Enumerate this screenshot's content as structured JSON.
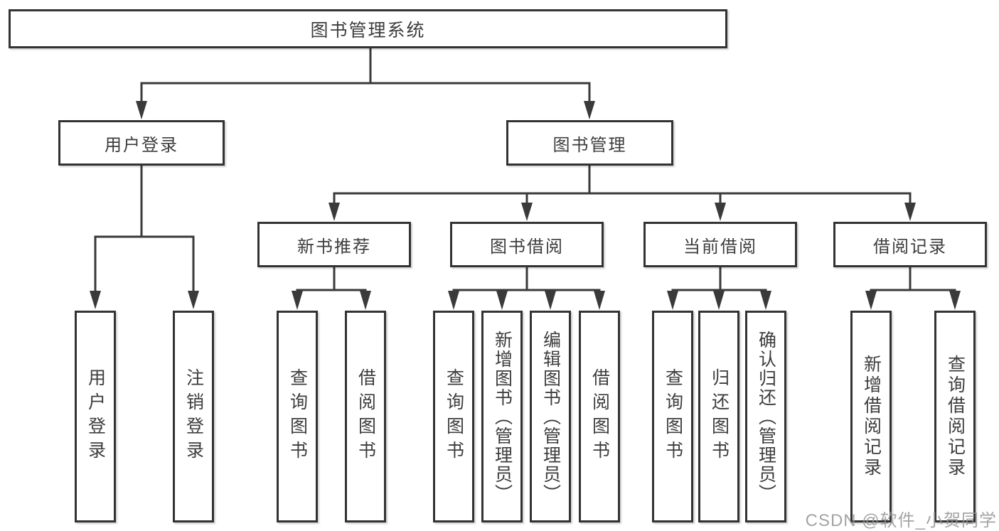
{
  "colors": {
    "line": "#3a3a3a",
    "box_border": "#333333",
    "box_fill": "#ffffff",
    "background": "#ffffff",
    "watermark_text": "#949494"
  },
  "watermark": {
    "text": "CSDN @软件_小贺同学"
  },
  "tree": {
    "root": "图书管理系统",
    "branches": [
      {
        "label": "用户登录",
        "leaves": [
          "用户登录",
          "注销登录"
        ]
      },
      {
        "label": "图书管理",
        "groups": [
          {
            "label": "新书推荐",
            "leaves": [
              "查询图书",
              "借阅图书"
            ]
          },
          {
            "label": "图书借阅",
            "leaves": [
              "查询图书",
              "新增图书（管理员）",
              "编辑图书（管理员）",
              "借阅图书"
            ]
          },
          {
            "label": "当前借阅",
            "leaves": [
              "查询图书",
              "归还图书",
              "确认归还（管理员）"
            ]
          },
          {
            "label": "借阅记录",
            "leaves": [
              "新增借阅记录",
              "查询借阅记录"
            ]
          }
        ]
      }
    ]
  }
}
